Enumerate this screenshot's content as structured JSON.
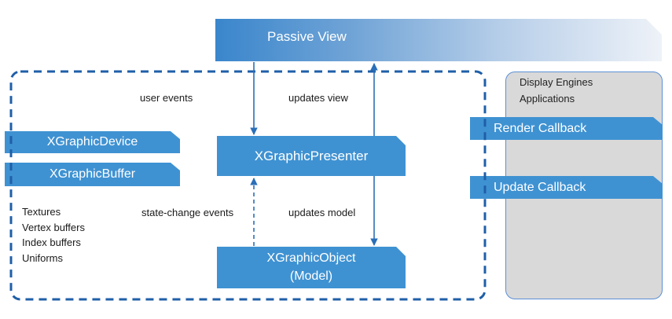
{
  "passive_view": {
    "label": "Passive View"
  },
  "side_panel": {
    "lines": [
      "Display Engines",
      "Applications"
    ],
    "render_callback": "Render Callback",
    "update_callback": "Update Callback"
  },
  "left_components": {
    "device": "XGraphicDevice",
    "buffer": "XGraphicBuffer",
    "resources": [
      "Textures",
      "Vertex buffers",
      "Index buffers",
      "Uniforms"
    ]
  },
  "presenter": {
    "label": "XGraphicPresenter"
  },
  "object": {
    "line1": "XGraphicObject",
    "line2": "(Model)"
  },
  "edge_labels": {
    "user_events": "user events",
    "updates_view": "updates view",
    "state_change_events": "state-change events",
    "updates_model": "updates model"
  },
  "colors": {
    "box_blue": "#3f92d2",
    "dashed_border": "#1f5fa8",
    "panel_gray": "#d9d9d9",
    "panel_border": "#5b8fd6"
  }
}
